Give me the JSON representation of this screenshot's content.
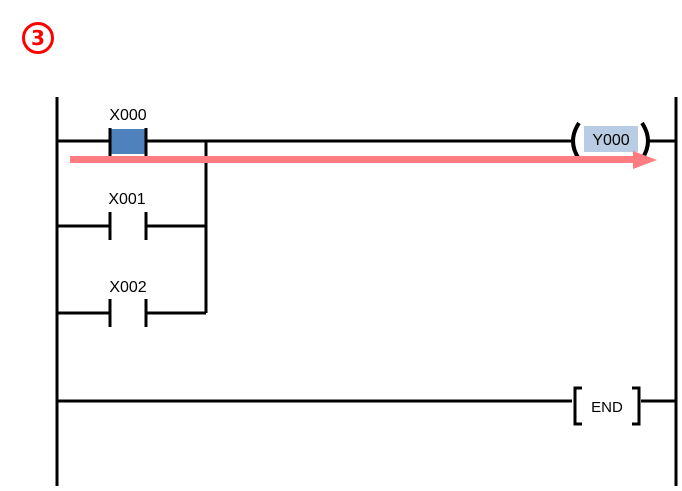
{
  "step_number": "3",
  "ladder": {
    "rungs": [
      {
        "contacts": [
          {
            "label": "X000",
            "state": "on"
          },
          {
            "label": "X001",
            "state": "off"
          },
          {
            "label": "X002",
            "state": "off"
          }
        ],
        "coil": {
          "label": "Y000",
          "energized": true
        }
      },
      {
        "instruction": {
          "label": "END"
        }
      }
    ]
  },
  "colors": {
    "line": "#000000",
    "active_contact": "#4f81bd",
    "energized_coil_bg": "#b8cce4",
    "power_flow_arrow": "#ff7c80",
    "step_badge": "#ff0000"
  }
}
